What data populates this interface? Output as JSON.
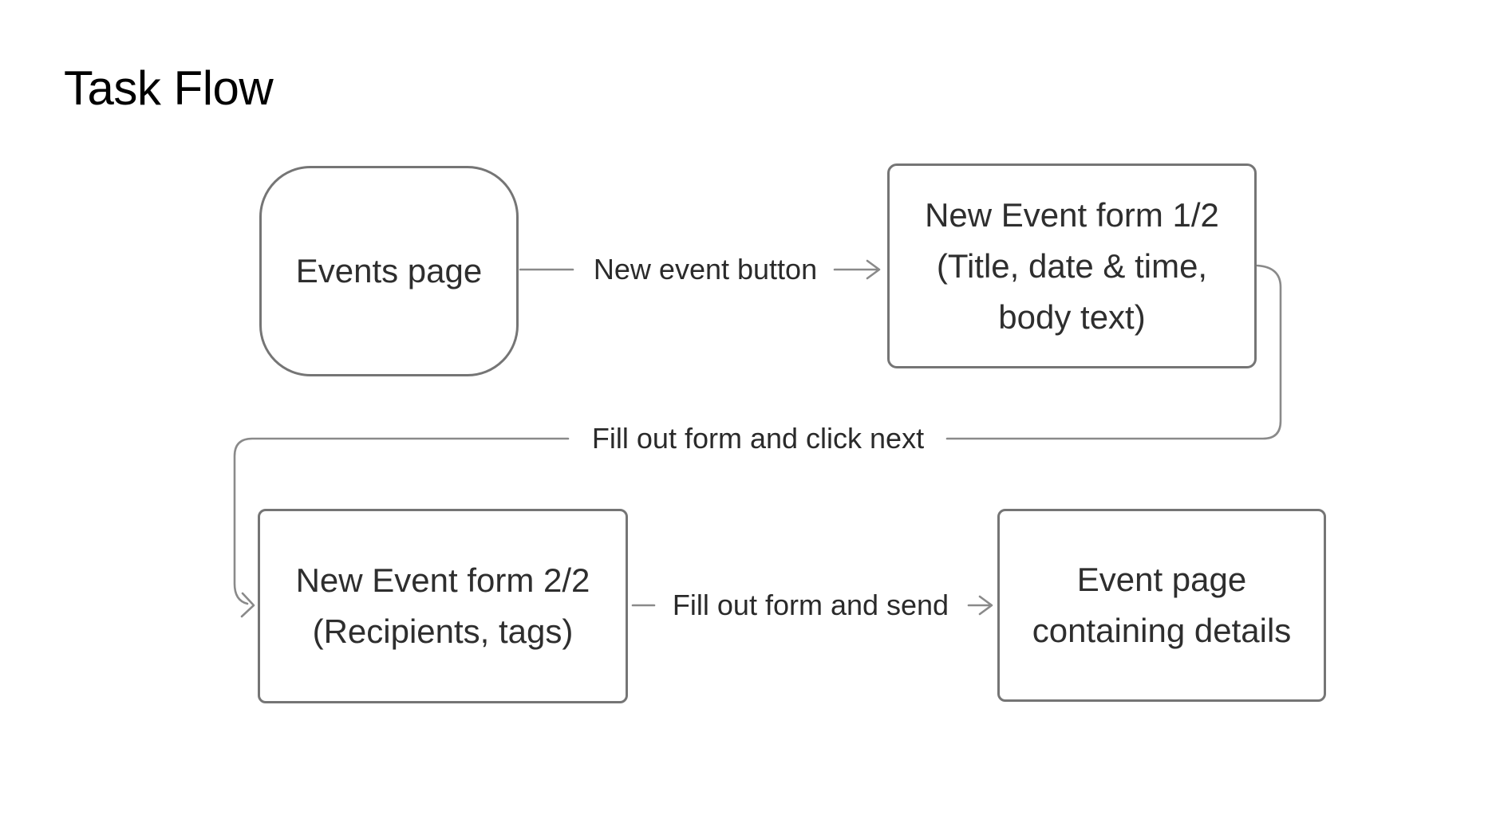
{
  "title": "Task Flow",
  "colors": {
    "background": "#ffffff",
    "node_border": "#757575",
    "connector": "#8a8a8a",
    "node_text": "#2e2e2e",
    "label_text": "#2a2a2a",
    "title_text": "#000000"
  },
  "nodes": [
    {
      "id": "events-page",
      "shape": "rounded-square",
      "lines": [
        "Events page"
      ]
    },
    {
      "id": "new-event-form-1",
      "shape": "rectangle",
      "lines": [
        "New Event form 1/2",
        "(Title, date & time,",
        "body text)"
      ]
    },
    {
      "id": "new-event-form-2",
      "shape": "rectangle",
      "lines": [
        "New Event form 2/2",
        "(Recipients, tags)"
      ]
    },
    {
      "id": "event-page",
      "shape": "rectangle",
      "lines": [
        "Event page",
        "containing details"
      ]
    }
  ],
  "edges": [
    {
      "from": "events-page",
      "to": "new-event-form-1",
      "label": "New event button"
    },
    {
      "from": "new-event-form-1",
      "to": "new-event-form-2",
      "label": "Fill out form and click next"
    },
    {
      "from": "new-event-form-2",
      "to": "event-page",
      "label": "Fill out form and send"
    }
  ]
}
